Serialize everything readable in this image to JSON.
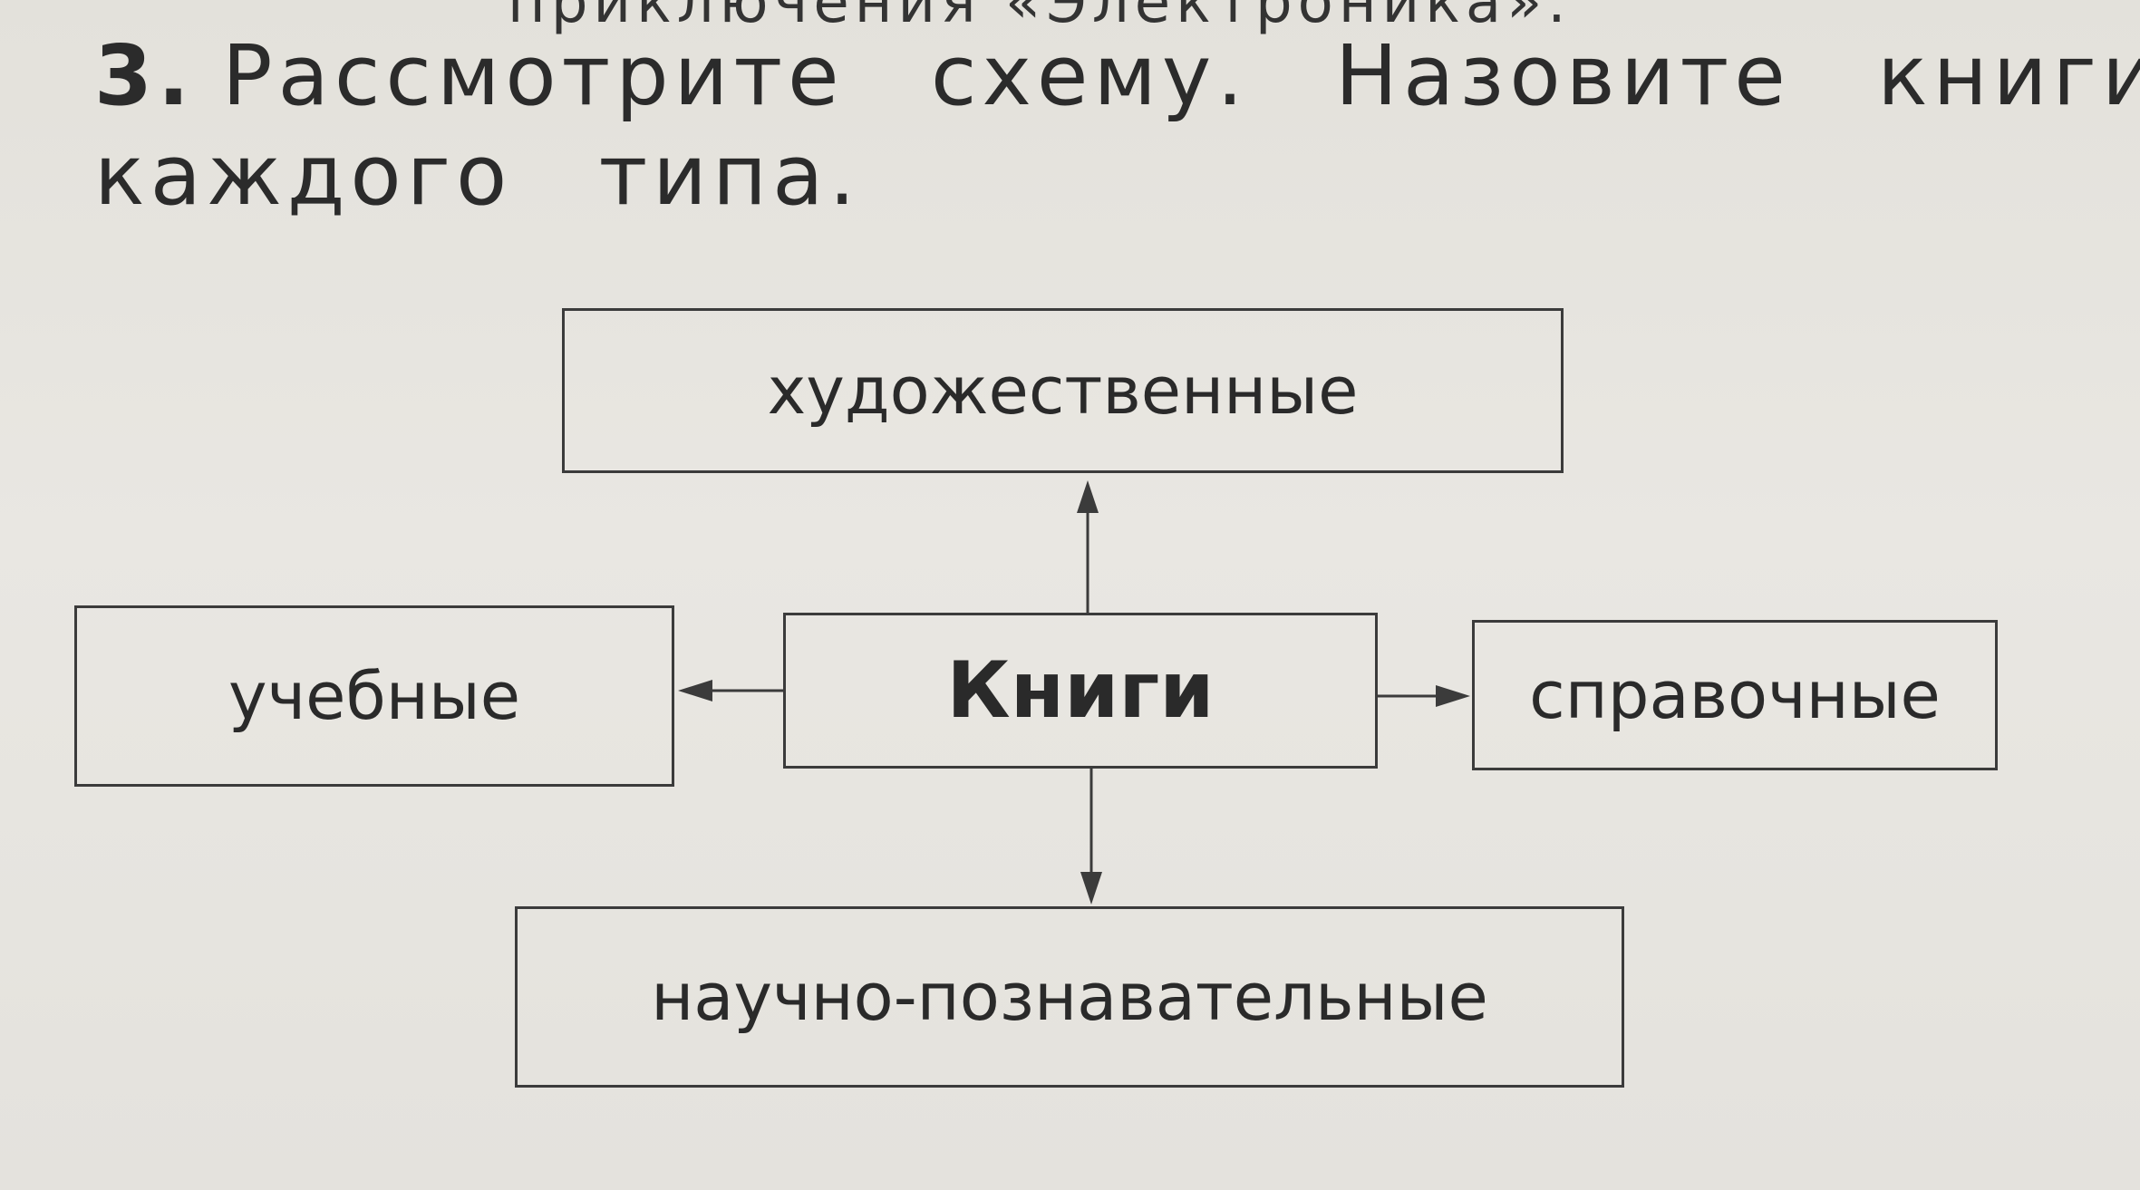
{
  "header": {
    "top_cut_text": "приключения «Электроника».",
    "task_number": "3.",
    "task_line1": "Рассмотрите схему. Назовите книги",
    "task_line2": "каждого типа."
  },
  "diagram": {
    "center": "Книги",
    "top": "художественные",
    "left": "учебные",
    "right": "справочные",
    "bottom": "научно-познавательные"
  },
  "colors": {
    "ink": "#2a2a2a",
    "paper": "#e6e4df"
  }
}
